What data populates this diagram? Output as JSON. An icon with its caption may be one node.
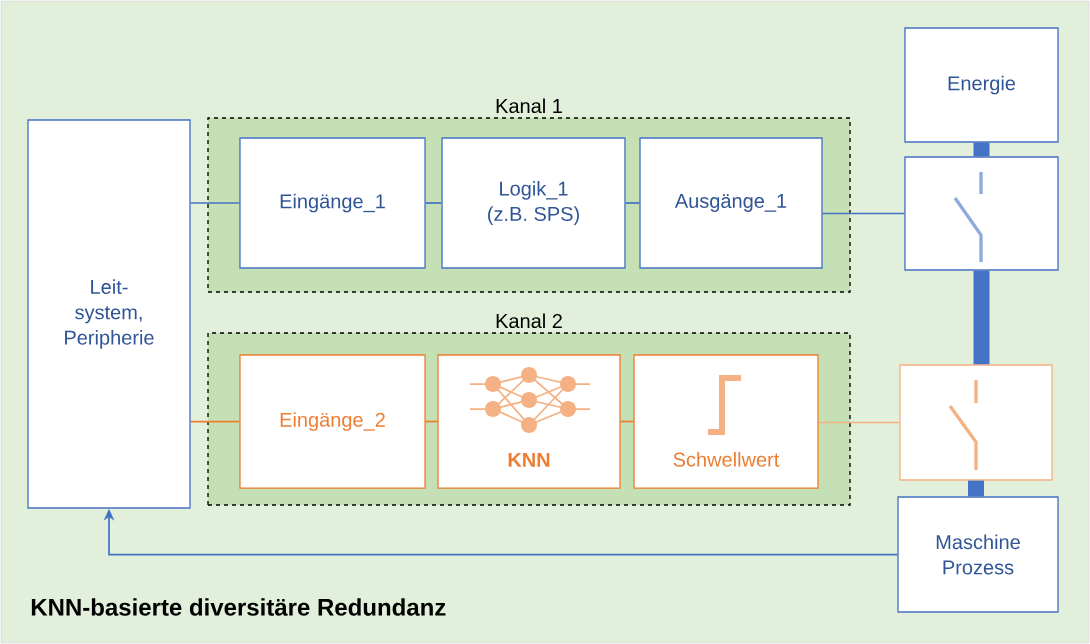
{
  "diagram": {
    "title": "KNN-basierte diversitäre Redundanz",
    "nodes": [
      {
        "text": [
          "Leit- system, Peripherie"
        ]
      },
      {
        "text": [
          "Kanal 1"
        ]
      },
      {
        "text": [
          "Eingänge_1"
        ],
        "in": 1
      },
      {
        "text": [
          "Logik_1 (z.B. SPS)"
        ],
        "in": 1
      },
      {
        "text": [
          "Ausgänge_1"
        ],
        "in": 1
      },
      {
        "text": [
          "Kanal 2"
        ]
      },
      {
        "text": [
          "Eingänge_2"
        ],
        "in": 5
      },
      {
        "text": [
          "KNN"
        ],
        "in": 5
      },
      {
        "text": [
          "Schwellwert"
        ],
        "in": 5
      },
      {
        "text": [
          "Energie"
        ]
      },
      {
        "text": [],
        "shape": "box"
      },
      {
        "text": [],
        "shape": "box"
      },
      {
        "text": [
          "Maschine Prozess"
        ]
      }
    ],
    "edges": [
      {
        "from": 0,
        "to": 2,
        "arrow": "none"
      },
      {
        "from": 2,
        "to": 3,
        "arrow": "none"
      },
      {
        "from": 3,
        "to": 4,
        "arrow": "none"
      },
      {
        "from": 4,
        "to": 10,
        "arrow": "none"
      },
      {
        "from": 0,
        "to": 6,
        "arrow": "none",
        "color": "#ed7d31"
      },
      {
        "from": 6,
        "to": 7,
        "arrow": "none",
        "color": "#ed7d31"
      },
      {
        "from": 7,
        "to": 8,
        "arrow": "none",
        "color": "#ed7d31"
      },
      {
        "from": 8,
        "to": 11,
        "arrow": "none",
        "color": "#f4b183"
      },
      {
        "from": 9,
        "to": 10,
        "arrow": "none",
        "style": "thick"
      },
      {
        "from": 10,
        "to": 11,
        "arrow": "none",
        "style": "thick"
      },
      {
        "from": 11,
        "to": 12,
        "arrow": "none",
        "style": "thick"
      },
      {
        "from": 12,
        "to": 0,
        "arrow": "to"
      }
    ]
  }
}
